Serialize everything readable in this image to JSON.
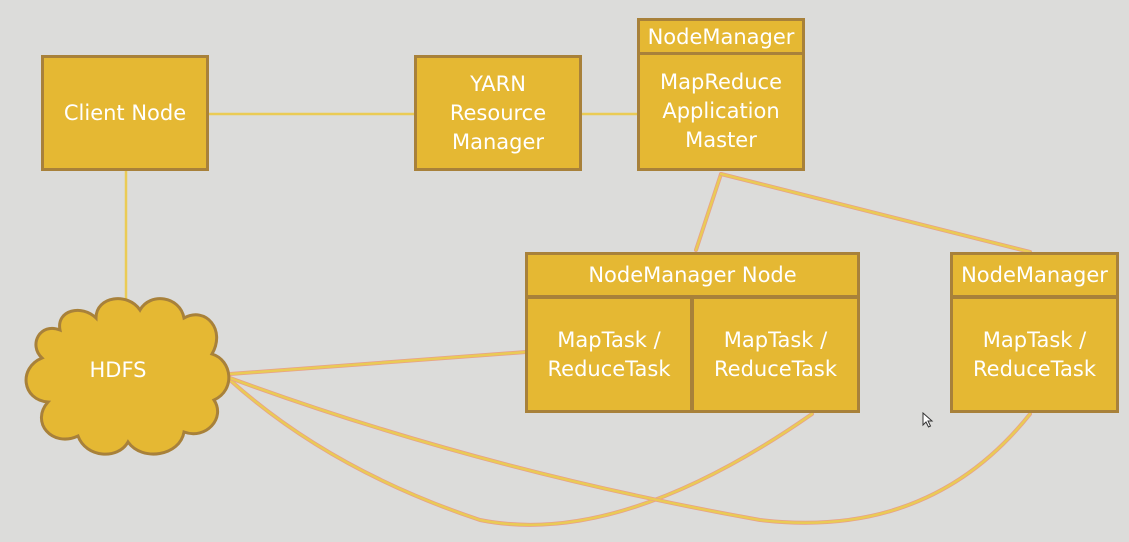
{
  "diagram": {
    "client_node": "Client Node",
    "resource_manager": "YARN\nResource\nManager",
    "app_master_node": {
      "header": "NodeManager",
      "body": "MapReduce\nApplication\nMaster"
    },
    "worker_node_1": {
      "header": "NodeManager Node",
      "tasks": [
        "MapTask /\nReduceTask",
        "MapTask /\nReduceTask"
      ]
    },
    "worker_node_2": {
      "header": "NodeManager",
      "tasks": [
        "MapTask /\nReduceTask"
      ]
    },
    "storage": "HDFS"
  },
  "colors": {
    "background": "#dcdcda",
    "box_fill": "#e5b833",
    "box_border": "#a8813a",
    "connector": "#eacb55",
    "connector_shadow": "#e8a08a"
  }
}
